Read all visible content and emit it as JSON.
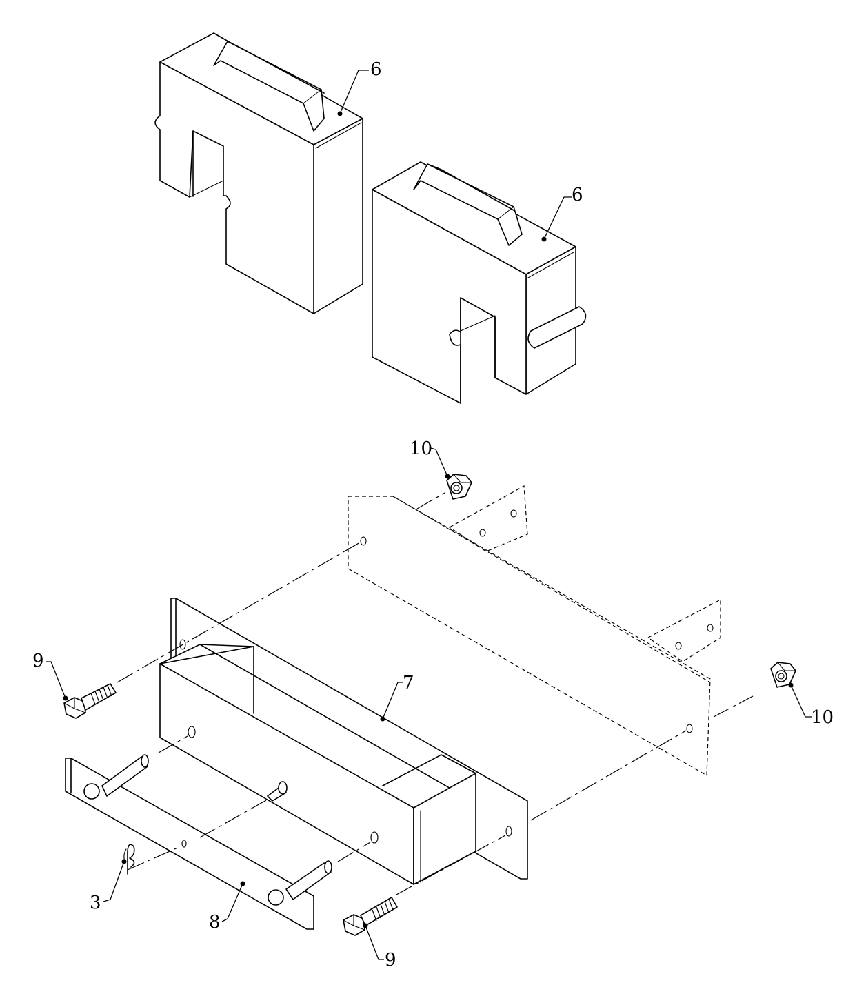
{
  "callouts": {
    "weight_upper": "6",
    "weight_lower": "6",
    "nut_top": "10",
    "nut_right": "10",
    "bolt_left": "9",
    "bolt_bottom": "9",
    "bracket": "7",
    "pin_plate": "8",
    "hair_pin": "3"
  }
}
